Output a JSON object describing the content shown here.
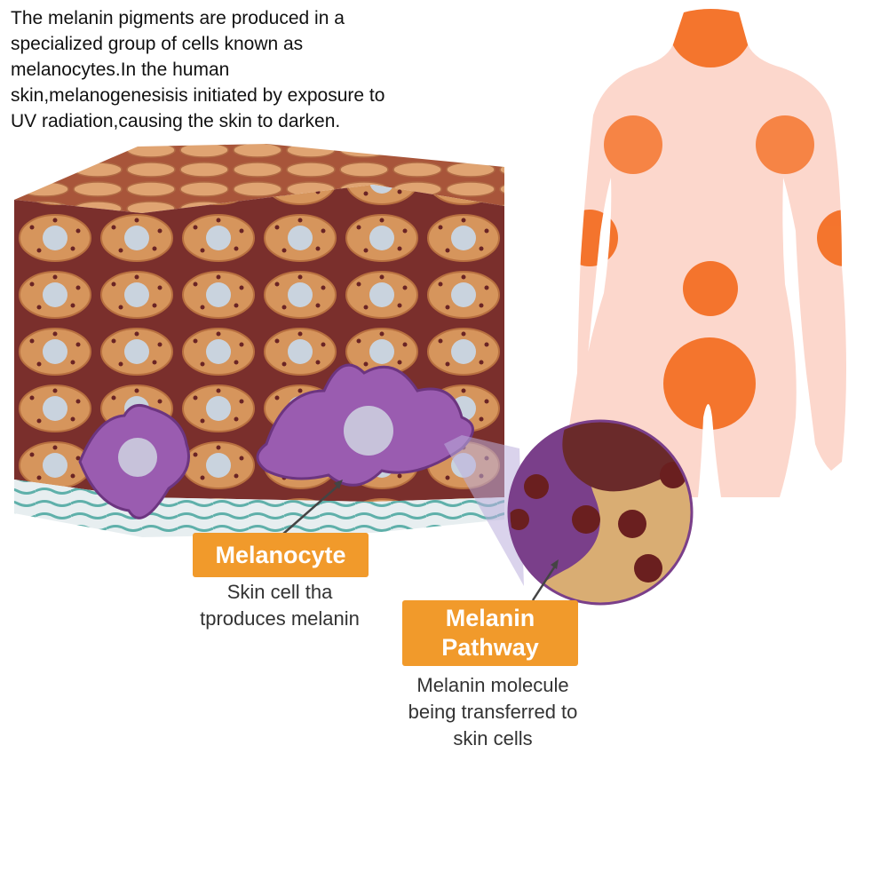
{
  "intro_text": "The melanin pigments are produced in a\nspecialized group of cells known as\nmelanocytes.In the human\nskin,melanogenesisis initiated by exposure to\nUV radiation,causing the skin to darken.",
  "labels": {
    "melanocyte": {
      "title": "Melanocyte",
      "description": "Skin cell tha\ntproduces melanin"
    },
    "pathway": {
      "title": "Melanin\nPathway",
      "description": "Melanin molecule\nbeing transferred to\nskin cells"
    }
  },
  "colors": {
    "label_bg": "#f19a2b",
    "skin_body": "#fcd7cc",
    "body_spot": "#f36a1c",
    "cell": "#d6955c",
    "tissue": "#7a2f2c",
    "melanocyte": "#9a5cb0"
  }
}
